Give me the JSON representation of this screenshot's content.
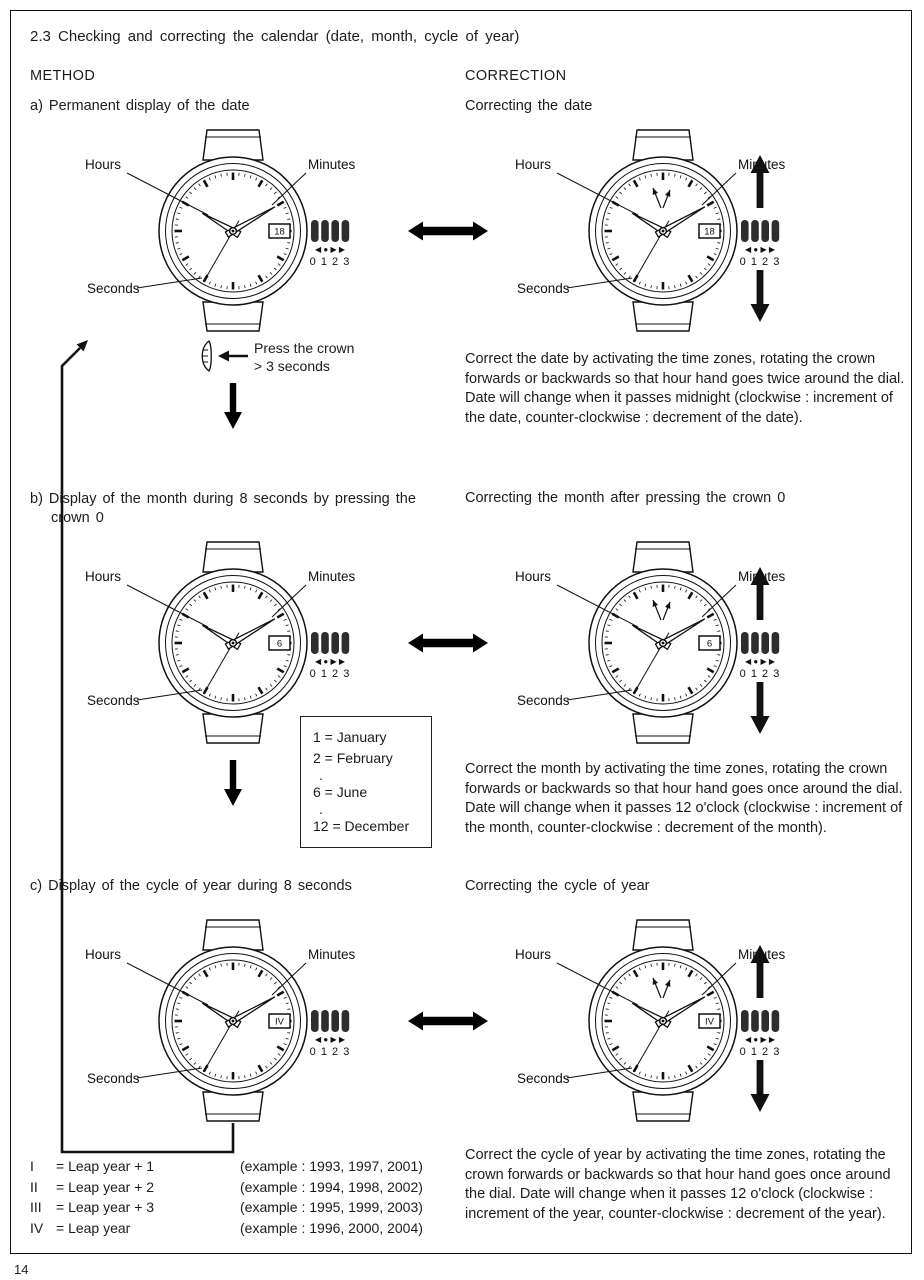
{
  "page": {
    "number": "14",
    "title": "2.3 Checking and correcting the calendar (date, month, cycle of year)",
    "col_method": "METHOD",
    "col_correction": "CORRECTION"
  },
  "watch_labels": {
    "hours": "Hours",
    "minutes": "Minutes",
    "seconds": "Seconds"
  },
  "crown": {
    "markers": "◀ ● ▶ ▶",
    "positions": "0 1 2 3"
  },
  "sections": {
    "a": {
      "method_heading": "a) Permanent display of the date",
      "correction_heading": "Correcting the date",
      "window": "18",
      "press_label_1": "Press the crown",
      "press_label_2": "> 3 seconds",
      "correction_text": "Correct the date by activating the time zones, rotating the crown forwards or backwards so that hour hand goes twice around the dial. Date will change when it passes midnight (clockwise : increment of the date, counter-clockwise : decrement of the date)."
    },
    "b": {
      "method_heading": "b) Display of the month during 8 seconds by pressing the crown 0",
      "correction_heading": "Correcting the month after pressing the crown 0",
      "window": "6",
      "month_legend": [
        "1 = January",
        "2 = February",
        ".",
        "6 = June",
        ".",
        "12 = December"
      ],
      "correction_text": "Correct the month by activating the time zones, rotating the crown forwards or backwards so that hour hand goes once around the dial. Date will change when it passes 12 o'clock (clockwise : increment of the month, counter-clockwise : decrement of the month)."
    },
    "c": {
      "method_heading": "c) Display of the cycle of year during 8 seconds",
      "correction_heading": "Correcting the cycle of year",
      "window": "IV",
      "leap_legend": [
        {
          "num": "I",
          "label": "= Leap year + 1",
          "example": "(example : 1993, 1997, 2001)"
        },
        {
          "num": "II",
          "label": "= Leap year + 2",
          "example": "(example : 1994, 1998, 2002)"
        },
        {
          "num": "III",
          "label": "= Leap year + 3",
          "example": "(example : 1995, 1999, 2003)"
        },
        {
          "num": "IV",
          "label": "= Leap year",
          "example": "(example : 1996, 2000, 2004)"
        }
      ],
      "correction_text": "Correct the cycle of year by activating the time zones, rotating the crown forwards or backwards so that hour hand goes once around the dial. Date will change when it passes 12 o'clock (clockwise : increment of the year, counter-clockwise : decrement of the year)."
    }
  }
}
